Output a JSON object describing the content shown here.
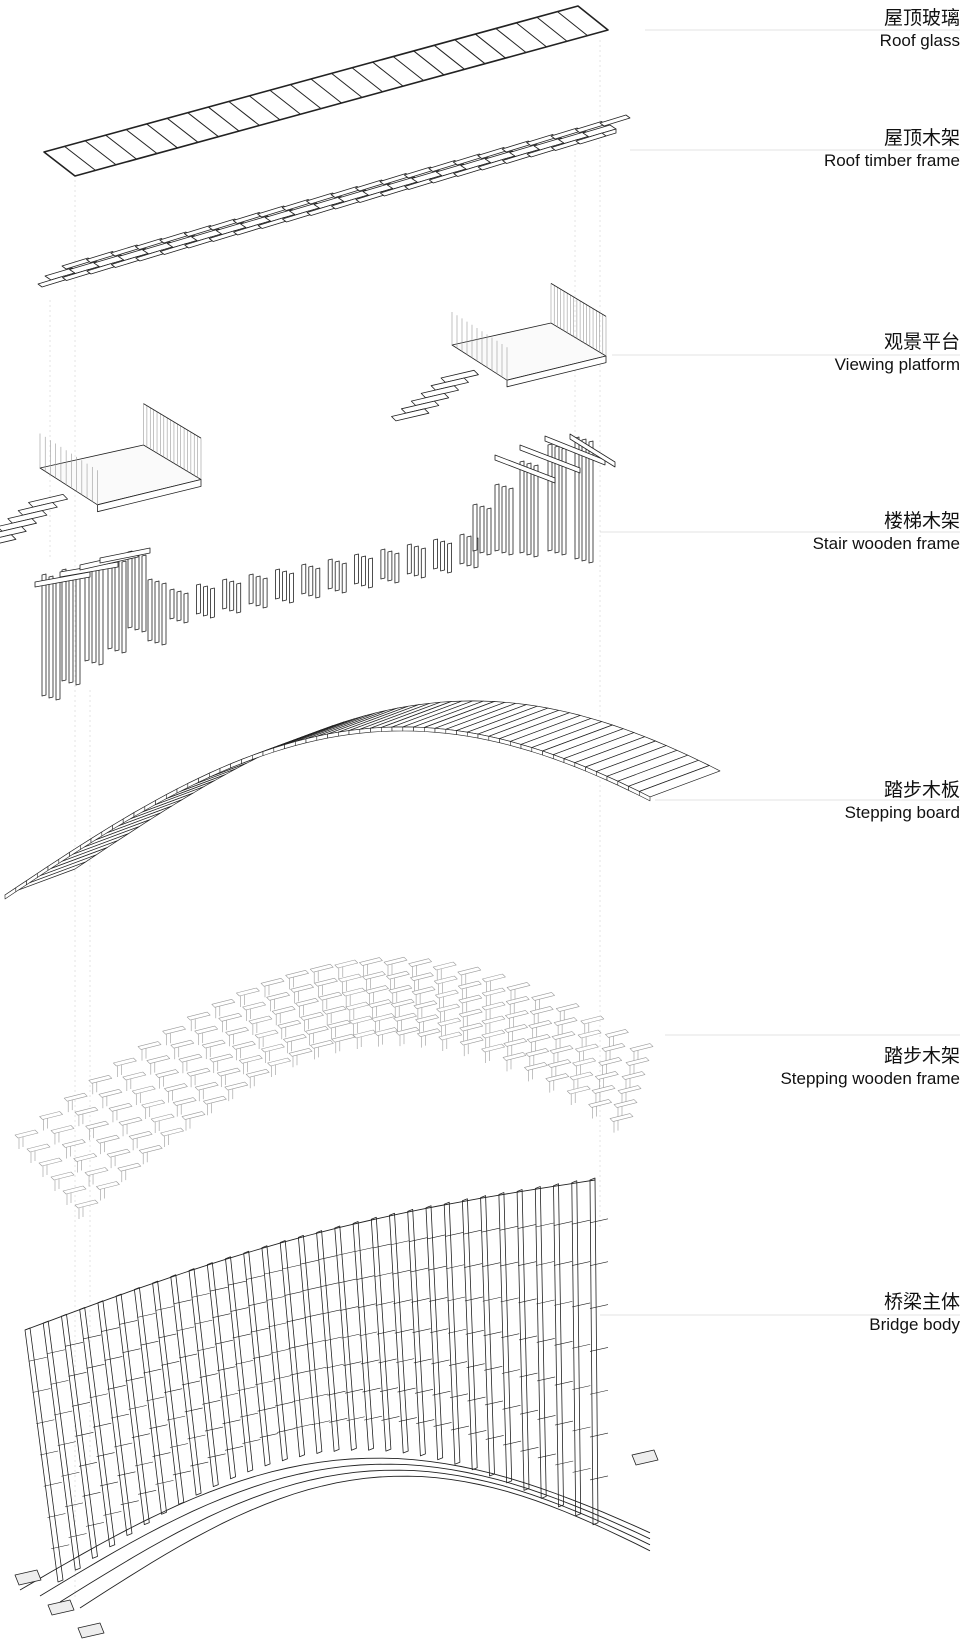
{
  "layers": [
    {
      "id": "roof-glass",
      "zh": "屋顶玻璃",
      "en": "Roof glass"
    },
    {
      "id": "roof-timber-frame",
      "zh": "屋顶木架",
      "en": "Roof timber frame"
    },
    {
      "id": "viewing-platform",
      "zh": "观景平台",
      "en": "Viewing platform"
    },
    {
      "id": "stair-wooden-frame",
      "zh": "楼梯木架",
      "en": "Stair wooden frame"
    },
    {
      "id": "stepping-board",
      "zh": "踏步木板",
      "en": "Stepping board"
    },
    {
      "id": "stepping-wooden-frame",
      "zh": "踏步木架",
      "en": "Stepping wooden frame"
    },
    {
      "id": "bridge-body",
      "zh": "桥梁主体",
      "en": "Bridge body"
    }
  ],
  "colors": {
    "line": "#222222",
    "light": "#9a9a9a",
    "guide": "#c8c8c8"
  }
}
